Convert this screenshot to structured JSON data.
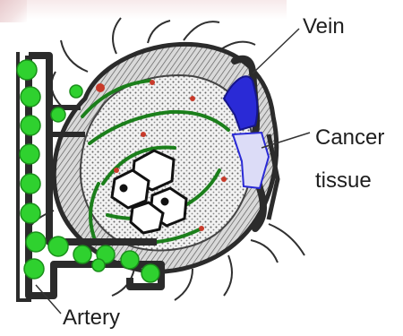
{
  "labels": {
    "vein": "Vein",
    "cancer_line1": "Cancer",
    "cancer_line2": "tissue",
    "artery": "Artery"
  },
  "colors": {
    "artery_green": "#2fd12f",
    "vessel_dark": "#2b2b2b",
    "vein_blue": "#2a2ad6",
    "tissue_gray": "#8a8a8a",
    "capillary_red": "#c83a2a",
    "leader_line": "#333333"
  }
}
